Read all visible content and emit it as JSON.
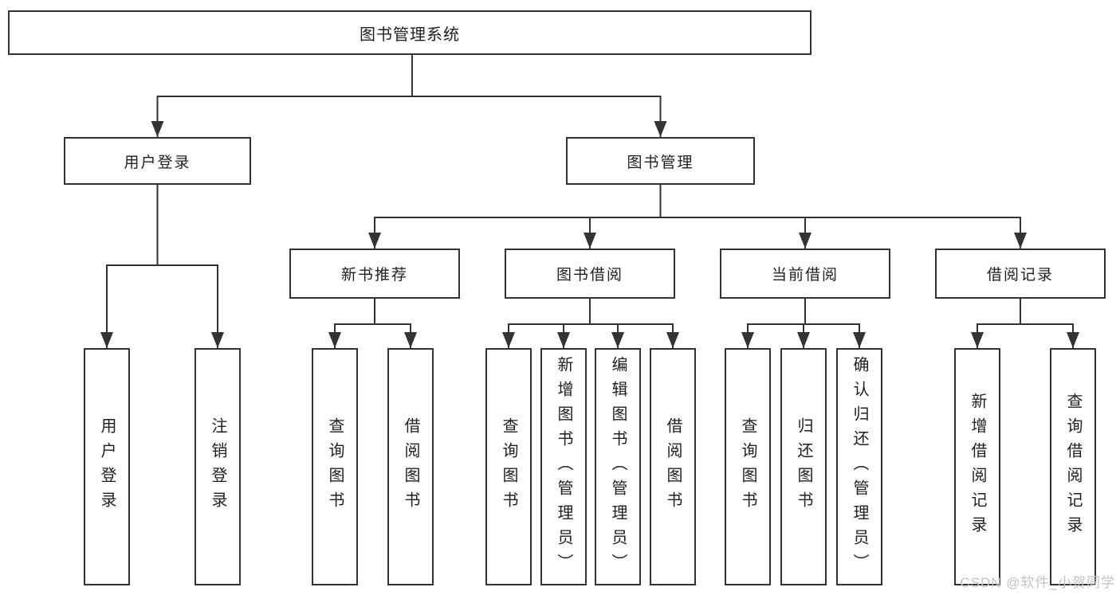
{
  "diagram": {
    "title": "图书管理系统",
    "tree": {
      "root": {
        "label": "图书管理系统",
        "children": [
          {
            "label": "用户登录",
            "children": [
              {
                "label": "用户登录"
              },
              {
                "label": "注销登录"
              }
            ]
          },
          {
            "label": "图书管理",
            "children": [
              {
                "label": "新书推荐",
                "children": [
                  {
                    "label": "查询图书"
                  },
                  {
                    "label": "借阅图书"
                  }
                ]
              },
              {
                "label": "图书借阅",
                "children": [
                  {
                    "label": "查询图书"
                  },
                  {
                    "label": "新增图书（管理员）"
                  },
                  {
                    "label": "编辑图书（管理员）"
                  },
                  {
                    "label": "借阅图书"
                  }
                ]
              },
              {
                "label": "当前借阅",
                "children": [
                  {
                    "label": "查询图书"
                  },
                  {
                    "label": "归还图书"
                  },
                  {
                    "label": "确认归还（管理员）"
                  }
                ]
              },
              {
                "label": "借阅记录",
                "children": [
                  {
                    "label": "新增借阅记录"
                  },
                  {
                    "label": "查询借阅记录"
                  }
                ]
              }
            ]
          }
        ]
      }
    },
    "colors": {
      "line": "#333333",
      "box_border": "#333333",
      "text": "#1f1f1f",
      "background": "#ffffff",
      "watermark": "#c3c3c3"
    }
  },
  "watermark": "CSDN @软件_小贺同学"
}
